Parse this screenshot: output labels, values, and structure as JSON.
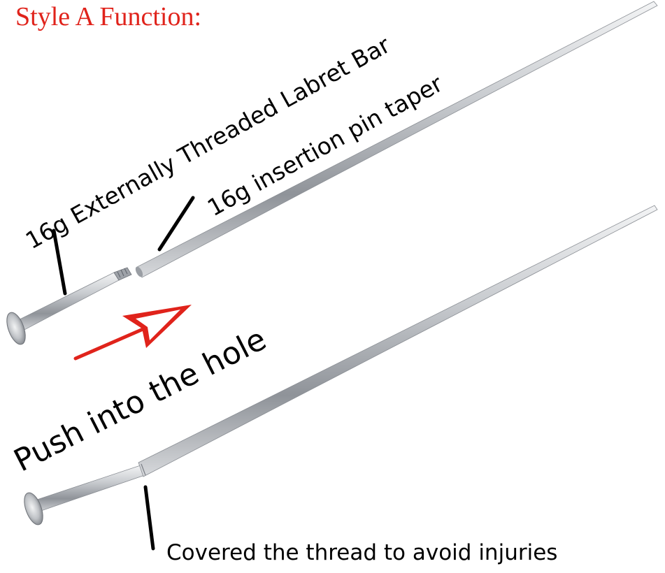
{
  "title": "Style A Function:",
  "labels": {
    "labret_bar": "16g Externally Threaded Labret Bar",
    "taper": "16g insertion pin taper",
    "push": "Push into the hole",
    "covered": "Covered the thread to avoid injuries"
  },
  "colors": {
    "title": "#e0231b",
    "arrow": "#e0231b",
    "text": "#000000",
    "metal": "#b9bcc0"
  }
}
